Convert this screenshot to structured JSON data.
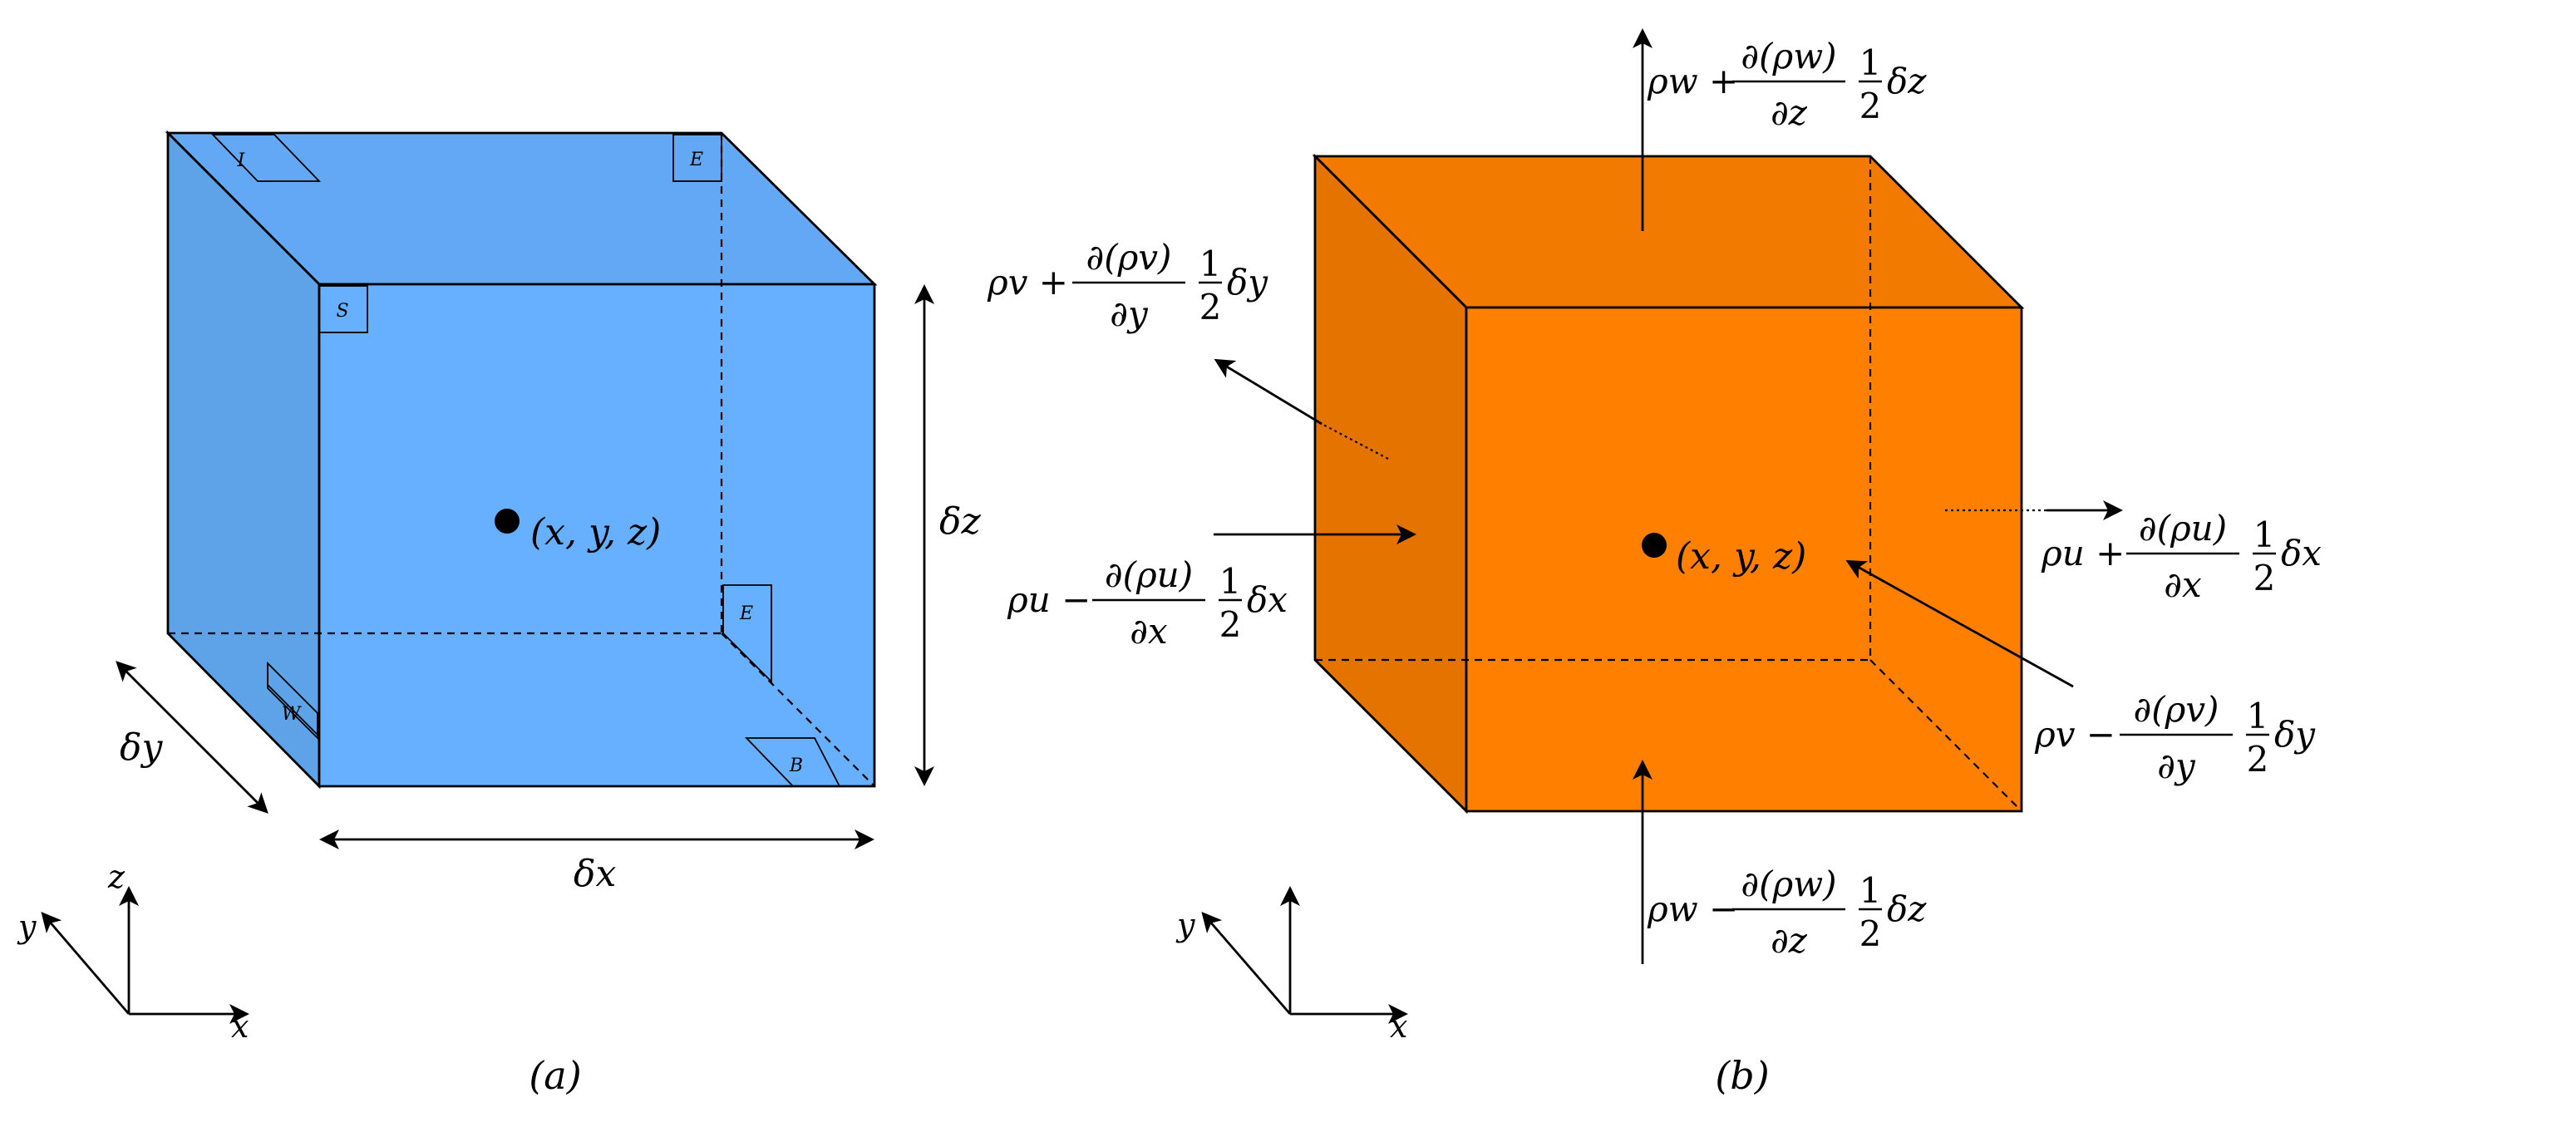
{
  "colors": {
    "cube_a_front": "#66b0ff",
    "cube_a_top": "#62a8f4",
    "cube_a_side": "#5ea3e8",
    "cube_b_front": "#ff8000",
    "cube_b_top": "#f27a00",
    "cube_b_side": "#e57300",
    "stroke": "#000000"
  },
  "panel_a": {
    "caption": "(a)",
    "point_label": "(x, y, z)",
    "dim_x": "δx",
    "dim_y": "δy",
    "dim_z": "δz",
    "face_markers": [
      "I",
      "E",
      "S",
      "E",
      "W",
      "B"
    ],
    "axes": {
      "x": "x",
      "y": "y",
      "z": "z"
    }
  },
  "panel_b": {
    "caption": "(b)",
    "point_label": "(x, y, z)",
    "axes": {
      "x": "x",
      "y": "y"
    },
    "fluxes": {
      "top": {
        "prefix": "ρw +",
        "num": "∂(ρw)",
        "den": "∂z",
        "half_num": "1",
        "half_den": "2",
        "suffix": "δz"
      },
      "bottom": {
        "prefix": "ρw −",
        "num": "∂(ρw)",
        "den": "∂z",
        "half_num": "1",
        "half_den": "2",
        "suffix": "δz"
      },
      "back": {
        "prefix": "ρv +",
        "num": "∂(ρv)",
        "den": "∂y",
        "half_num": "1",
        "half_den": "2",
        "suffix": "δy"
      },
      "front": {
        "prefix": "ρv −",
        "num": "∂(ρv)",
        "den": "∂y",
        "half_num": "1",
        "half_den": "2",
        "suffix": "δy"
      },
      "west": {
        "prefix": "ρu −",
        "num": "∂(ρu)",
        "den": "∂x",
        "half_num": "1",
        "half_den": "2",
        "suffix": "δx"
      },
      "east": {
        "prefix": "ρu +",
        "num": "∂(ρu)",
        "den": "∂x",
        "half_num": "1",
        "half_den": "2",
        "suffix": "δx"
      }
    }
  }
}
